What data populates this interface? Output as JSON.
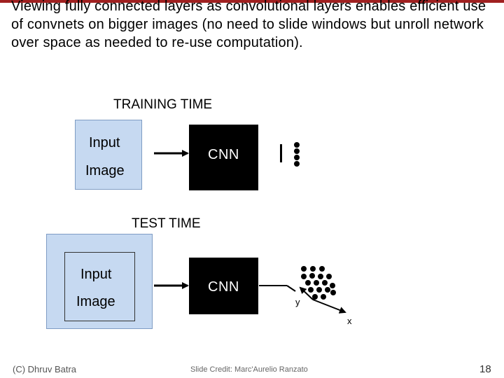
{
  "slide": {
    "intro": "Viewing fully connected layers as convolutional layers enables efficient use of convnets on bigger images (no need to slide windows but unroll network over space as needed to re-use computation).",
    "training": {
      "label": "TRAINING TIME",
      "input_line1": "Input",
      "input_line2": "Image",
      "cnn": "CNN"
    },
    "test": {
      "label": "TEST TIME",
      "input_line1": "Input",
      "input_line2": "Image",
      "cnn": "CNN",
      "axis_y": "y",
      "axis_x": "x"
    },
    "footer": {
      "author": "(C) Dhruv Batra",
      "credit": "Slide Credit: Marc'Aurelio Ranzato",
      "page": "18"
    }
  },
  "colors": {
    "accent_bar": "#a02020",
    "input_fill": "#c6d9f1",
    "cnn_fill": "#000000"
  }
}
